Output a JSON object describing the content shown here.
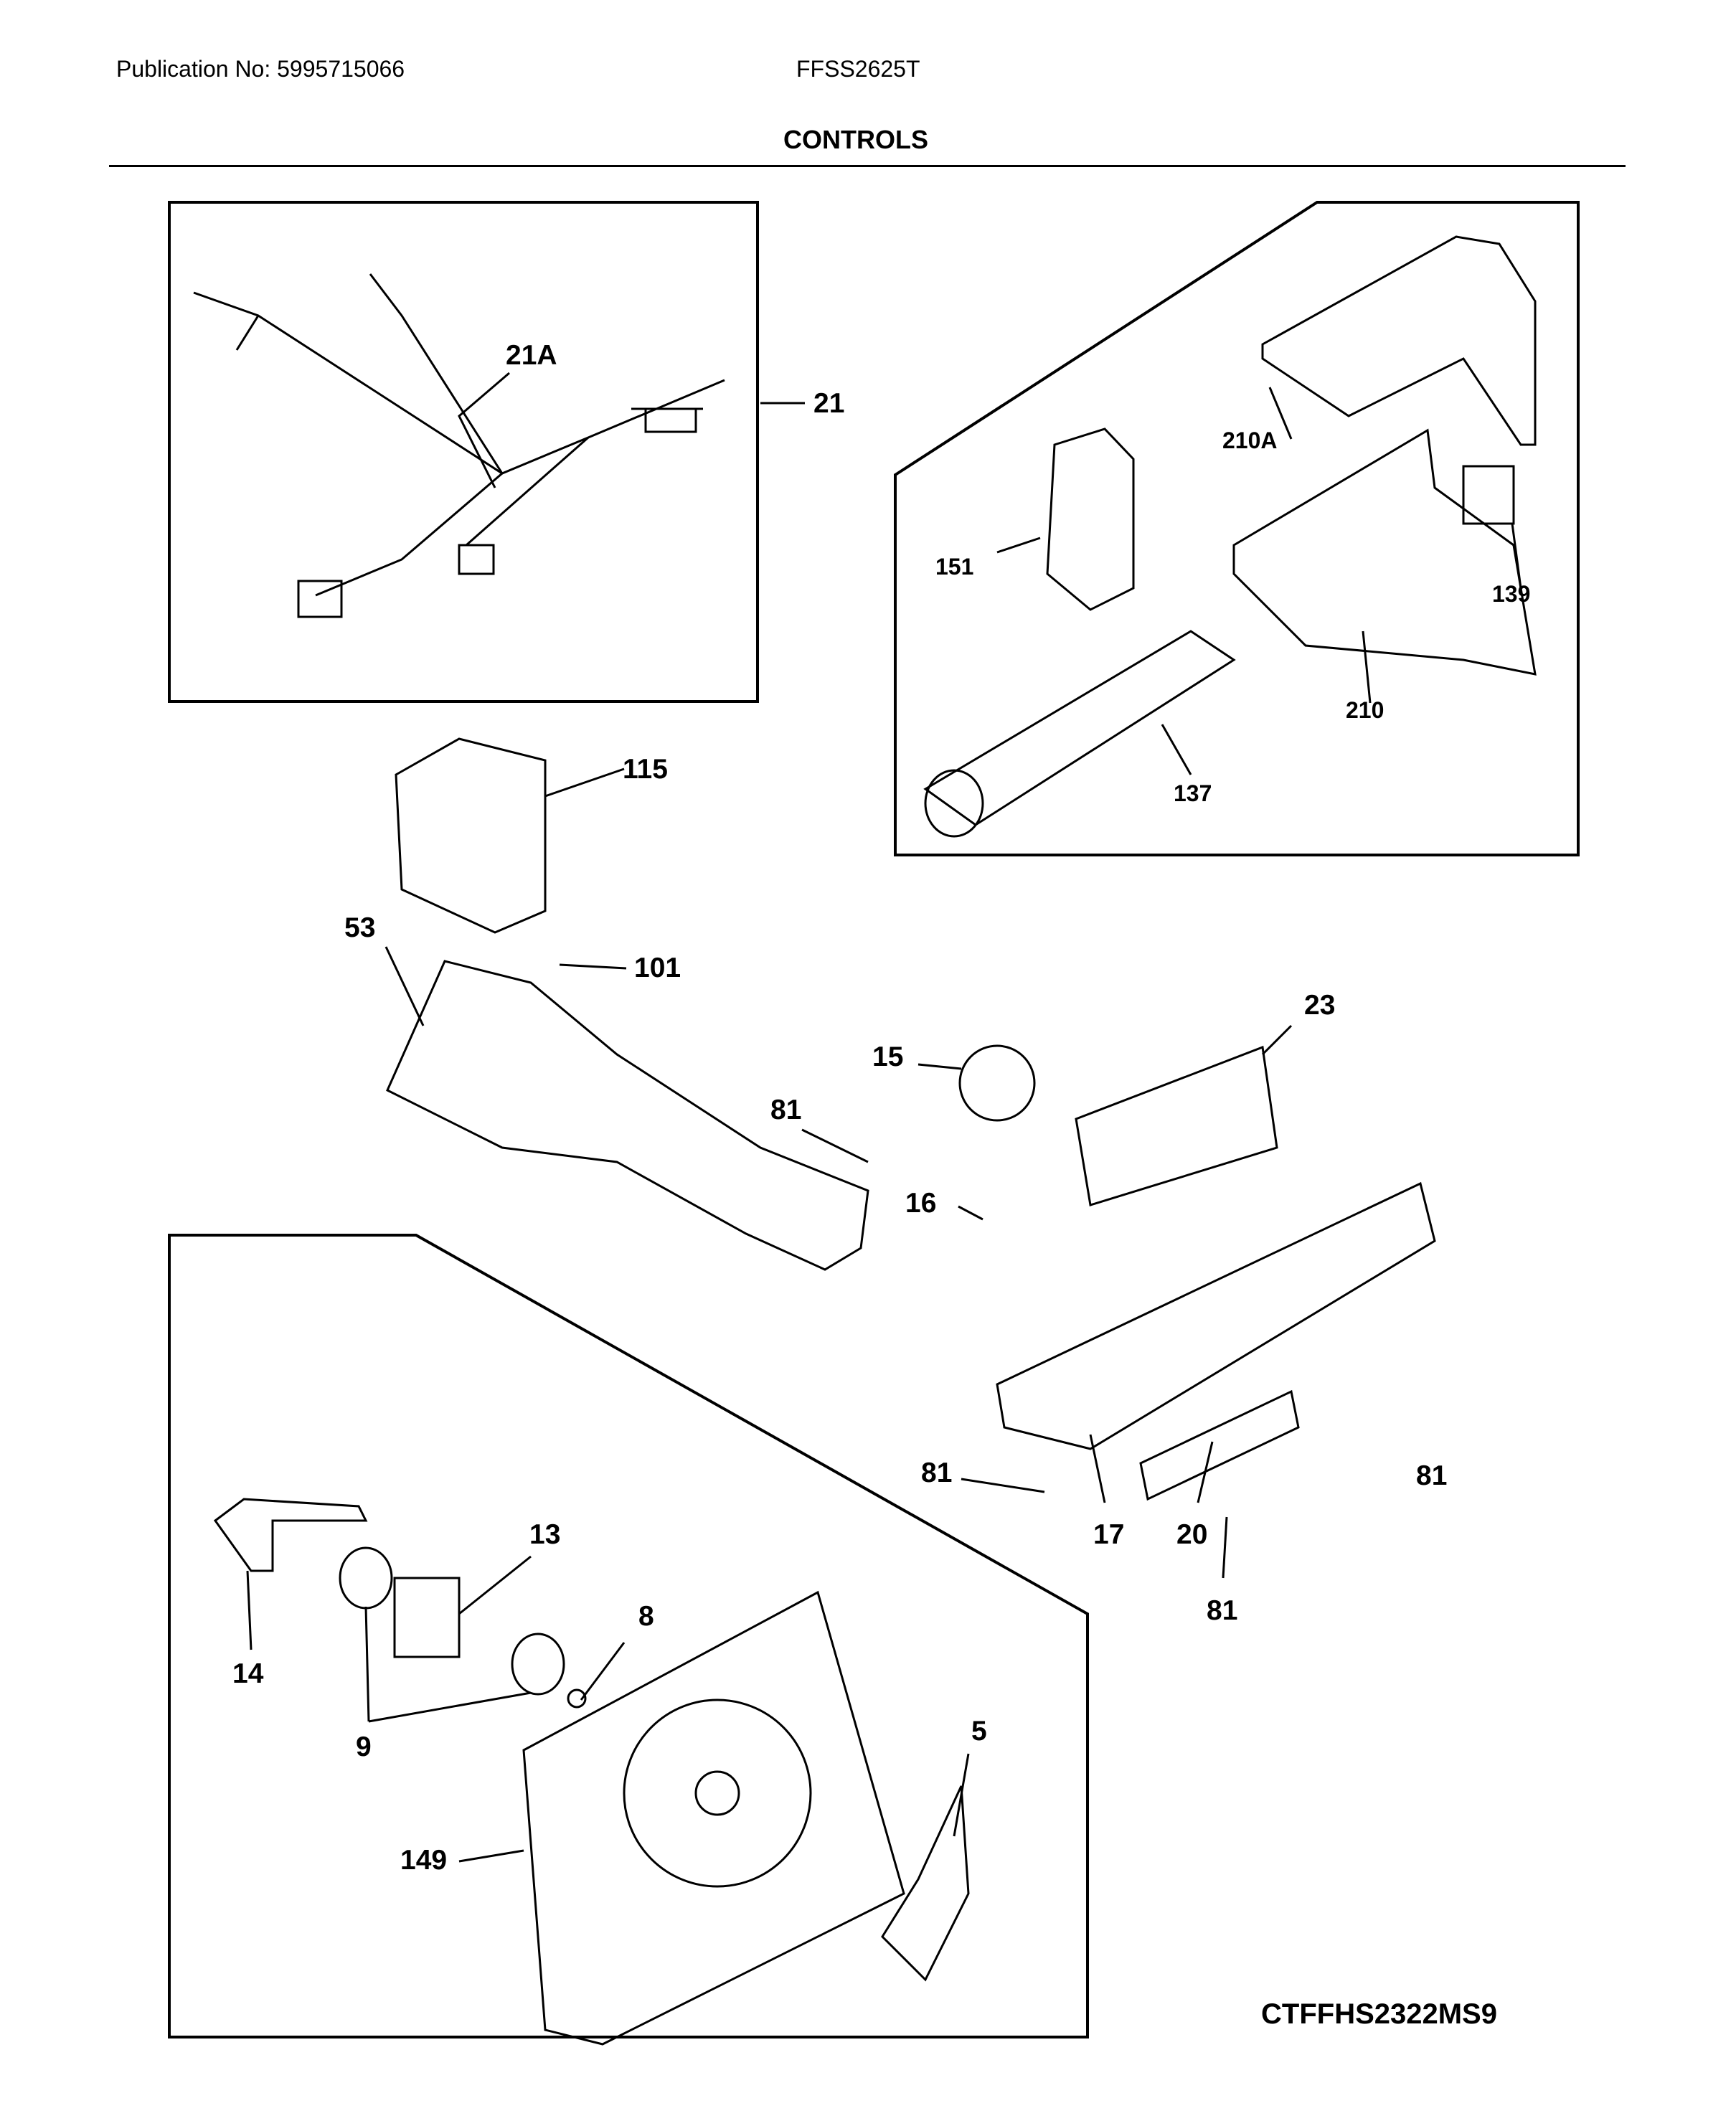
{
  "header": {
    "publication": "Publication No: 5995715066",
    "model": "FFSS2625T",
    "title": "CONTROLS"
  },
  "footer": {
    "diagram_code": "CTFFHS2322MS9"
  },
  "callouts": {
    "c21A": "21A",
    "c21": "21",
    "c210A": "210A",
    "c151": "151",
    "c139": "139",
    "c210": "210",
    "c137": "137",
    "c115": "115",
    "c53": "53",
    "c101": "101",
    "c23": "23",
    "c15": "15",
    "c81a": "81",
    "c16": "16",
    "c81b": "81",
    "c81c": "81",
    "c17": "17",
    "c20": "20",
    "c81d": "81",
    "c13": "13",
    "c8": "8",
    "c14": "14",
    "c9": "9",
    "c5": "5",
    "c149": "149"
  }
}
